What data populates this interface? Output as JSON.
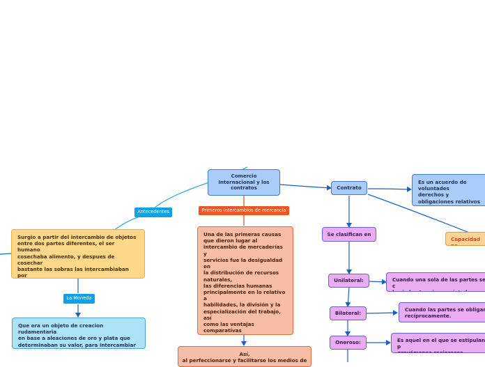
{
  "nodes": {
    "comercio": "Comercio\nInternacional y los\ncontratos",
    "contrato": "Contrato",
    "definicion": "Es un acuerdo de voluntades\nderechos y\nobligaciones relativos en\ncontratantes.",
    "capacidad": "Capacidad pa",
    "se_clasifican": "Se clasifican en",
    "unilateral": "Unilateral:",
    "unilateral_desc": "Cuando una sola de las partes se c\nhacia la otra sin que ésta le quede",
    "bilateral": "Bilateral:",
    "bilateral_desc": "Cuando las partes se obligan\nrecíprocamente.",
    "oneroso": "Oneroso:",
    "oneroso_desc": "Es aquel en el que se estipulan p\ngravámenes recíprocos.",
    "trueque": "Surgio a partir del intercambio de objetos\nentre dos partes diferentes, el ser humano\ncosechaba alimento, y despues de cosechar\nbastante las sobras las intercambiaban por\notros bienes de su conveniencia y fue donde\nsurgio la adquisicion de propiedades y la\ncreacion de la moneda,",
    "moneda_desc": "Que era un objeto de creacion rudamentaria\nen base a aleaciones de oro y plata que\ndeterminaban su valor, para intercambiar\npor algun bien.",
    "intercambios_desc": "Una de las primeras causas\nque dieron lugar al\nintercambio de mercaderías y\nservicios fue la desigualdad en\nla distribución de recursos\nnaturales,\nlas diferencias humanas\nprincipalmente en lo relativo a\nhabilidades, la división y la\nespecialización del trabajo, así\ncomo las ventajas\ncomparativas\nde los pueblos o naciones y la\nnecesidad de obtención de\nbienes que no podían producir\no producían de manera muy\ncostosa las naciones.",
    "perfeccionarse": "Así,\nal perfeccionarse y facilitarse los medios de"
  },
  "labels": {
    "antecedentes": "Antecedentes",
    "la_moneda": "La Moneda",
    "primeros_intercambios": "Primeros Intercambios de mercancía"
  },
  "colors": {
    "connector": "#1a5fc4",
    "connector_red": "#e0451a",
    "connector_orange": "#e9ae3e",
    "tag_blue": "#0ea1e8",
    "tag_red": "#ee5522"
  }
}
